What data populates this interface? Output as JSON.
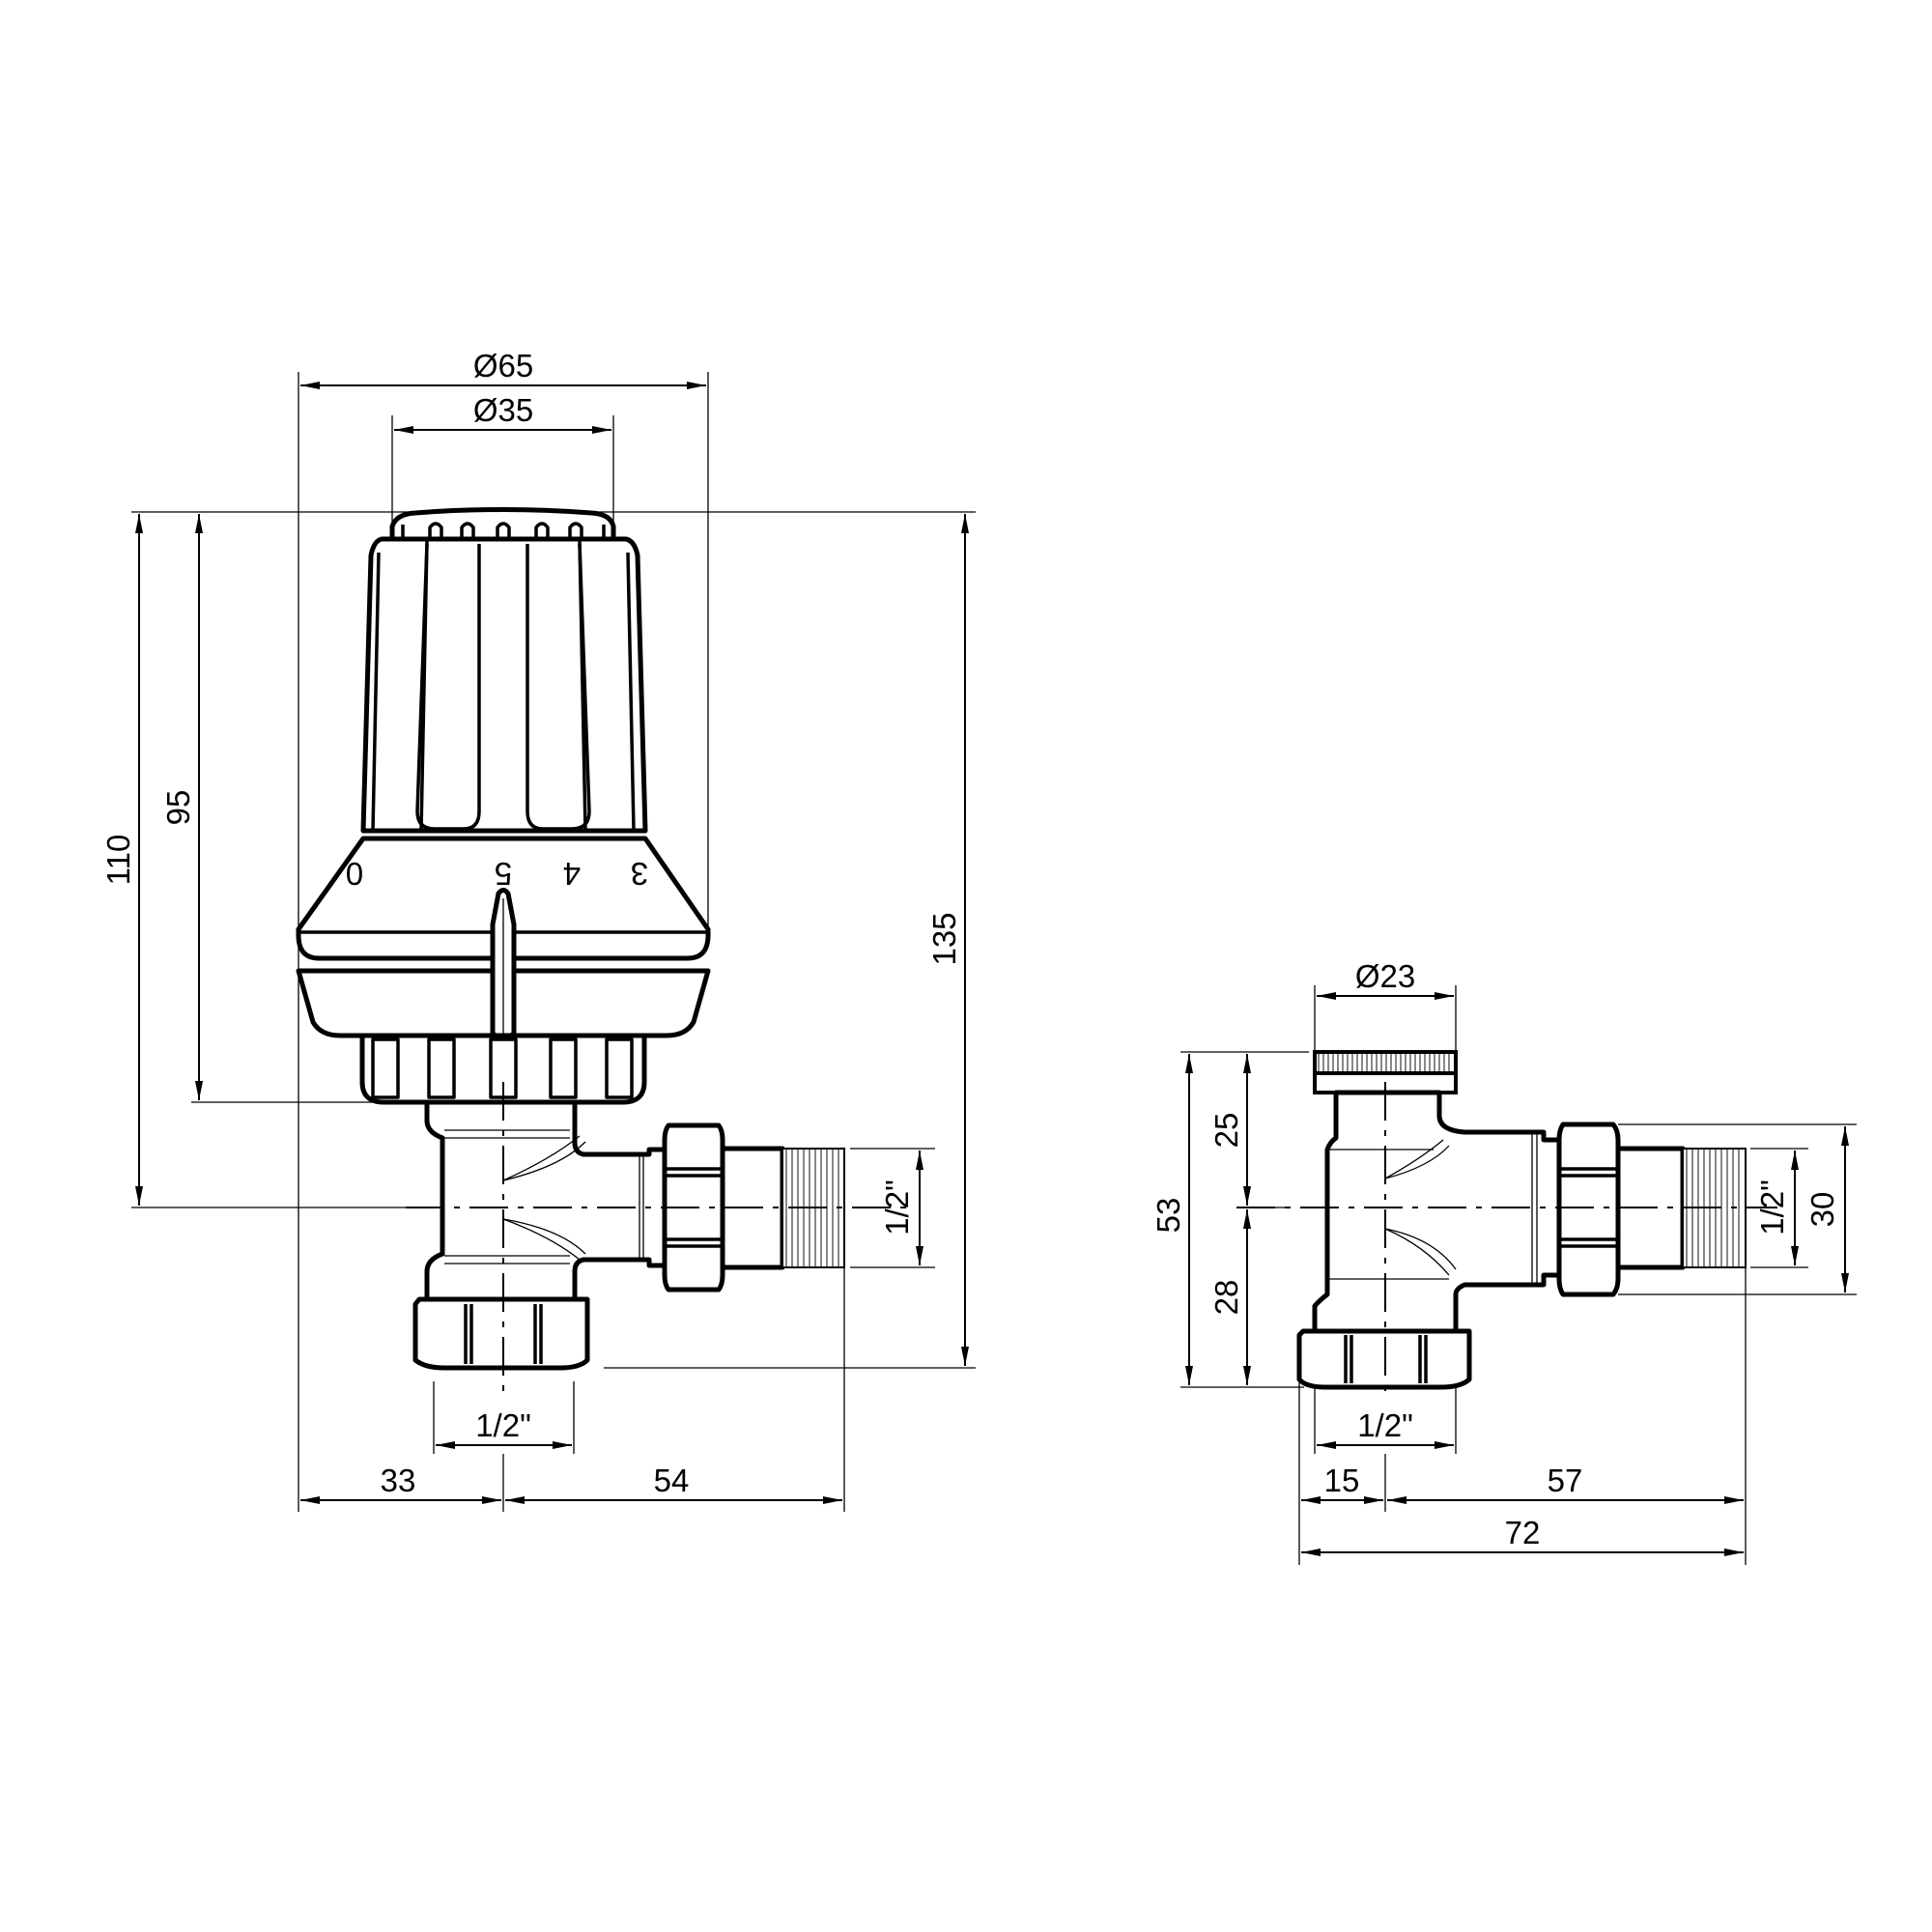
{
  "drawing": {
    "background": "#ffffff",
    "line_color": "#000000",
    "views": [
      {
        "name": "thermostatic-valve-with-head",
        "dimensions": {
          "head_outer_diameter": "Ø65",
          "head_top_diameter": "Ø35",
          "height_total_left": "110",
          "height_head": "95",
          "height_overall_right": "135",
          "outlet_thread_size": "1/2\"",
          "inlet_thread_size": "1/2\"",
          "horizontal_left": "33",
          "horizontal_right": "54"
        },
        "dial_scale": [
          "0",
          "5",
          "4",
          "3"
        ]
      },
      {
        "name": "valve-body-with-cap",
        "dimensions": {
          "cap_diameter": "Ø23",
          "height_upper": "25",
          "height_lower": "28",
          "height_total": "53",
          "outlet_thread_size": "1/2\"",
          "outlet_nut_height": "30",
          "inlet_thread_size": "1/2\"",
          "horizontal_left": "15",
          "horizontal_right": "57",
          "horizontal_total": "72"
        }
      }
    ]
  }
}
